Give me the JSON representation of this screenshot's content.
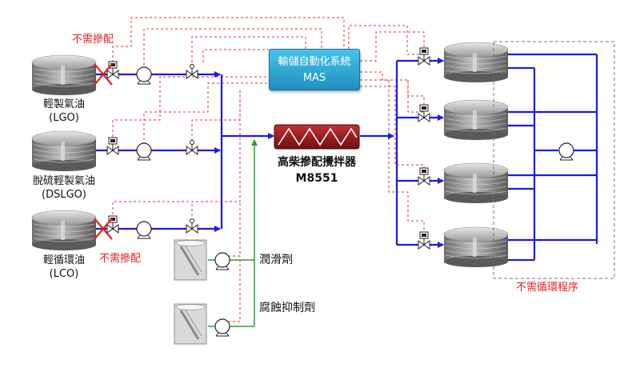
{
  "mas": {
    "line1": "輸儲自動化系統",
    "line2": "MAS"
  },
  "mixer": {
    "line1": "高柴摻配攪拌器",
    "line2": "M8551"
  },
  "tanks": [
    {
      "name": "輕製氣油",
      "code": "(LGO)"
    },
    {
      "name": "脫硫輕製氣油",
      "code": "(DSLGO)"
    },
    {
      "name": "輕循環油",
      "code": "(LCO)"
    }
  ],
  "notes": {
    "no_blend_top": "不需摻配",
    "no_blend_bottom": "不需摻配",
    "no_circulation": "不需循環程序"
  },
  "additives": [
    {
      "label": "潤滑劑"
    },
    {
      "label": "腐蝕抑制劑"
    }
  ],
  "colors": {
    "flow": "#1a1ae6",
    "signal": "#e03030",
    "additive_line": "#2e9e2e",
    "mas": "#2ea8d8",
    "mixer": "#a01c1c",
    "cross": "#e02020"
  }
}
